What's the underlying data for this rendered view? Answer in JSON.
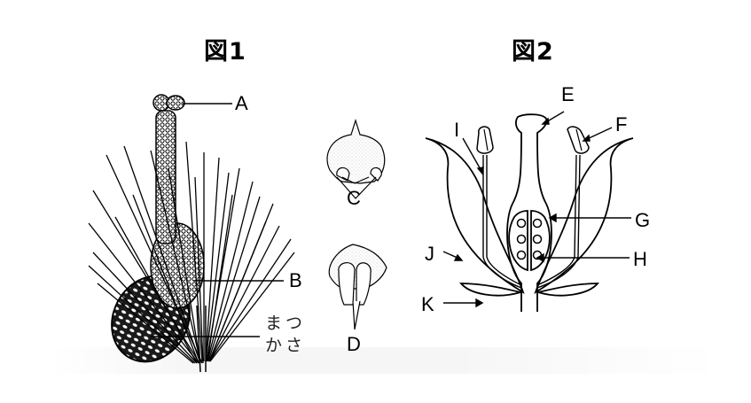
{
  "figure1": {
    "title": "図1",
    "labels": {
      "A": "A",
      "B": "B",
      "C": "C",
      "D": "D",
      "cone_line1": "まつ",
      "cone_line2": "かさ"
    },
    "parts": [
      "pine-branch",
      "male-flower-cluster",
      "female-flower",
      "pine-needles",
      "pine-cone",
      "scale-C",
      "scale-D"
    ]
  },
  "figure2": {
    "title": "図2",
    "labels": {
      "E": "E",
      "F": "F",
      "G": "G",
      "H": "H",
      "I": "I",
      "J": "J",
      "K": "K"
    },
    "parts": [
      "stigma",
      "anther",
      "ovary",
      "ovule",
      "filament",
      "petal",
      "sepal"
    ]
  },
  "colors": {
    "background": "#ffffff",
    "ink": "#000000",
    "stipple": "#9a9a9a"
  }
}
